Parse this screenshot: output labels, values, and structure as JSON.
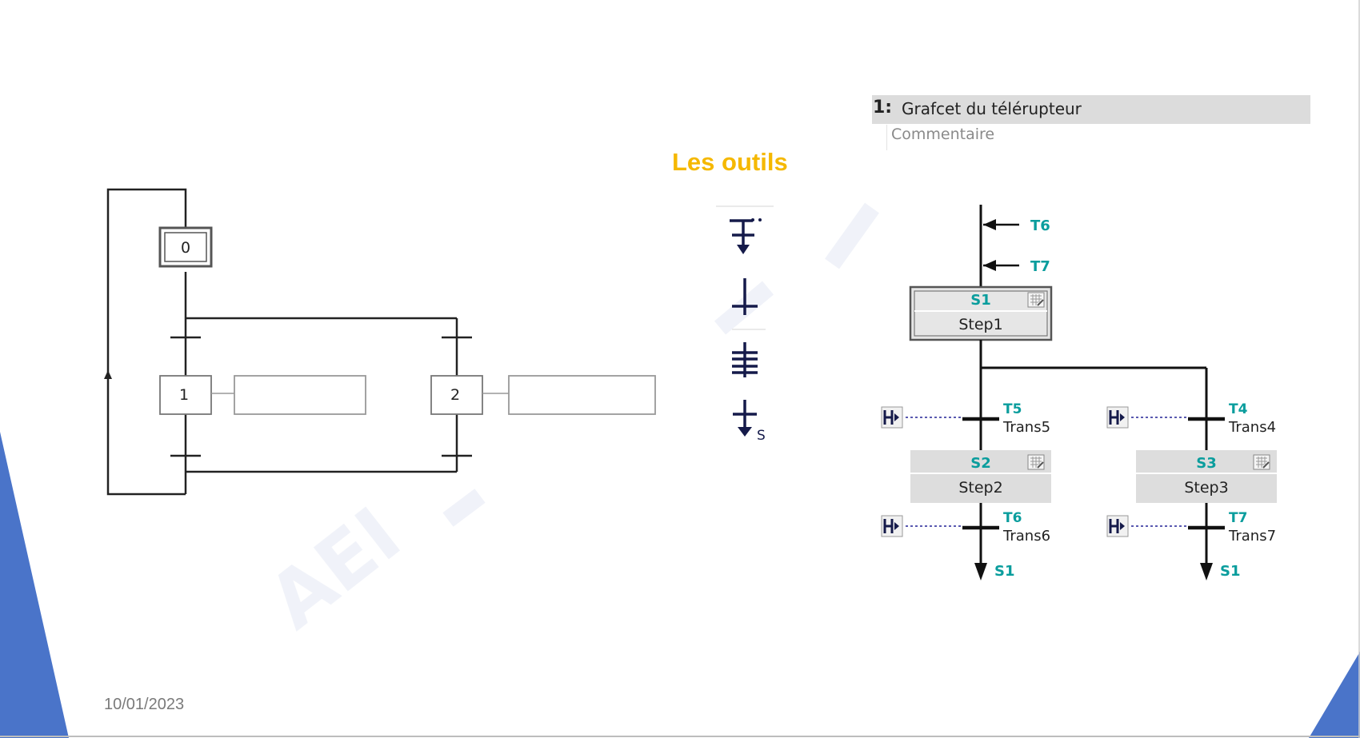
{
  "tools": {
    "title": "Les outils",
    "step_suffix": "S"
  },
  "left_grafcet": {
    "steps": [
      "0",
      "1",
      "2"
    ]
  },
  "plc_block": {
    "number": "1:",
    "title": "Grafcet du télérupteur",
    "comment": "Commentaire"
  },
  "plc_grafcet": {
    "entry_jumps": [
      "T6",
      "T7"
    ],
    "steps": [
      {
        "id": "S1",
        "name": "Step1"
      },
      {
        "id": "S2",
        "name": "Step2"
      },
      {
        "id": "S3",
        "name": "Step3"
      }
    ],
    "transitions": [
      {
        "id": "T5",
        "name": "Trans5"
      },
      {
        "id": "T4",
        "name": "Trans4"
      },
      {
        "id": "T6",
        "name": "Trans6"
      },
      {
        "id": "T7",
        "name": "Trans7"
      }
    ],
    "exit_jumps": [
      "S1",
      "S1"
    ]
  },
  "watermark": "AEI",
  "footer": {
    "date": "10/01/2023"
  },
  "colors": {
    "accent_title": "#f5b800",
    "teal_label": "#0a9d9d",
    "corner_blue": "#4a74c9",
    "navy_icon": "#151a4a",
    "step_box": "#dddddd"
  }
}
